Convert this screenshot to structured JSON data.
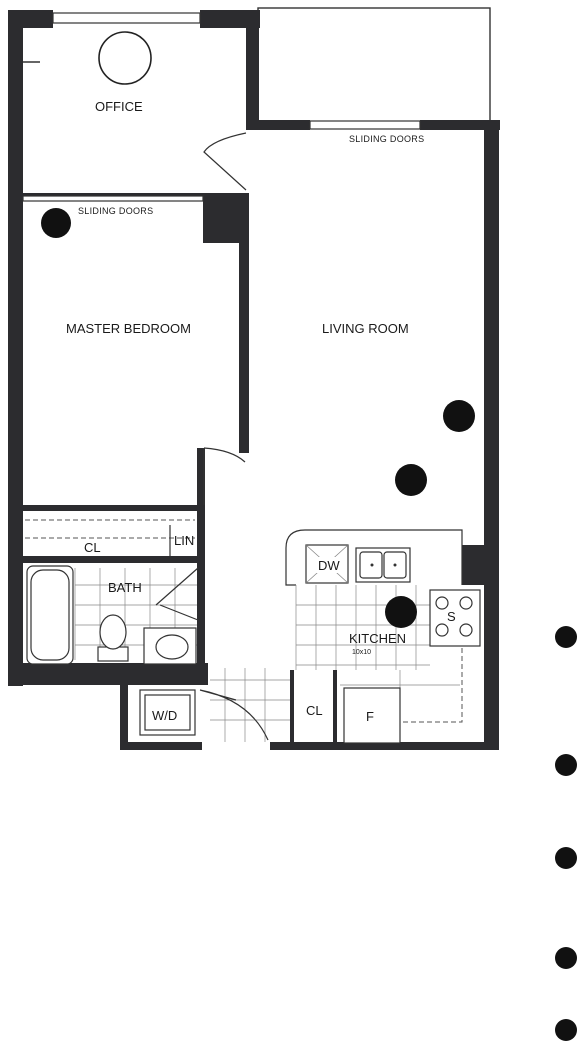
{
  "rooms": {
    "office": "OFFICE",
    "master_bedroom": "MASTER BEDROOM",
    "living_room": "LIVING ROOM",
    "kitchen": "KITCHEN",
    "kitchen_size": "10x10",
    "bath": "BATH"
  },
  "labels": {
    "sliding_doors_top": "SLIDING DOORS",
    "sliding_doors_bedroom": "SLIDING DOORS",
    "closet_bedroom": "CL",
    "linen": "LIN",
    "closet_hall": "CL",
    "washer_dryer": "W/D",
    "dishwasher": "DW",
    "stove": "S",
    "fridge": "F"
  },
  "colors": {
    "wall": "#2c2c2f",
    "marker": "#111111"
  }
}
